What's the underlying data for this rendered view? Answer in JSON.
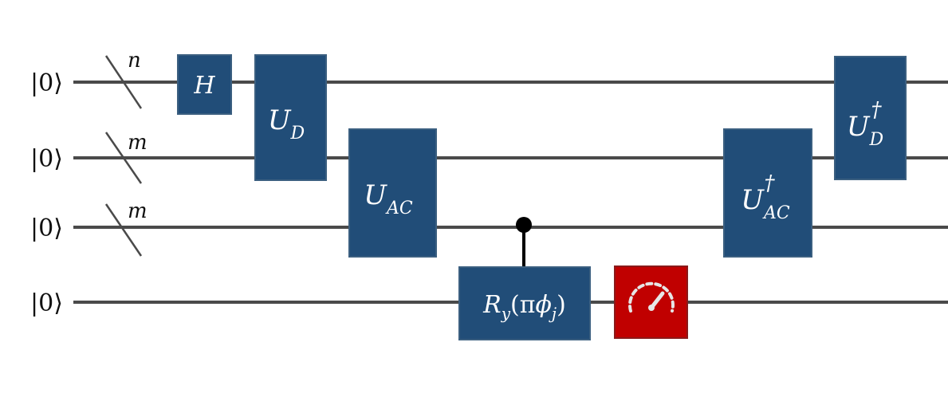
{
  "colors": {
    "wire": "#4a4a4a",
    "gate": "#214d78",
    "gate_border": "#3b5f80",
    "measure": "#c00000",
    "control": "#000000",
    "text": "#111111",
    "gate_text": "#ffffff"
  },
  "wires": [
    {
      "state": "|0⟩",
      "register_size": "n"
    },
    {
      "state": "|0⟩",
      "register_size": "m"
    },
    {
      "state": "|0⟩",
      "register_size": "m"
    },
    {
      "state": "|0⟩",
      "register_size": ""
    }
  ],
  "gates": {
    "h": {
      "base": "H",
      "sub": "",
      "sup": ""
    },
    "ud": {
      "base": "U",
      "sub": "D",
      "sup": ""
    },
    "uac": {
      "base": "U",
      "sub": "AC",
      "sup": ""
    },
    "ry": {
      "base": "R",
      "sub": "y",
      "arg_open": "(π",
      "arg_phi": "ϕ",
      "arg_sub": "j",
      "arg_close": ")"
    },
    "uac_dag": {
      "base": "U",
      "sub": "AC",
      "sup": "†"
    },
    "ud_dag": {
      "base": "U",
      "sub": "D",
      "sup": "†"
    }
  },
  "measure": {
    "icon": "meter-icon"
  }
}
